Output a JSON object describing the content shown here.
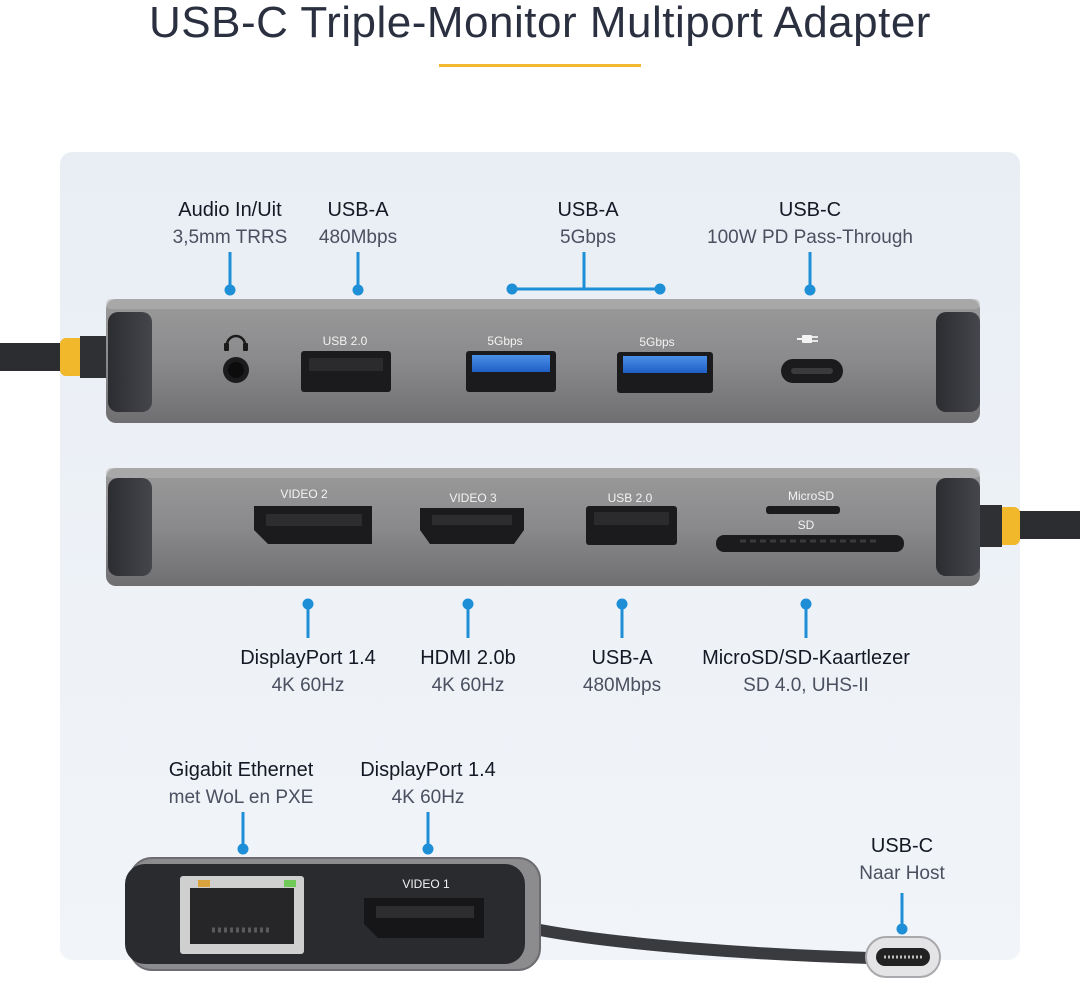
{
  "title": "USB-C Triple-Monitor Multiport Adapter",
  "colors": {
    "accent": "#f2b82f",
    "callout": "#1e8fd6",
    "usb3_blue": "#2a72d8"
  },
  "top_labels": [
    {
      "title": "Audio In/Uit",
      "sub": "3,5mm TRRS"
    },
    {
      "title": "USB-A",
      "sub": "480Mbps"
    },
    {
      "title": "USB-A",
      "sub": "5Gbps"
    },
    {
      "title": "USB-C",
      "sub": "100W PD Pass-Through"
    }
  ],
  "middle_labels": [
    {
      "title": "DisplayPort 1.4",
      "sub": "4K 60Hz"
    },
    {
      "title": "HDMI 2.0b",
      "sub": "4K 60Hz"
    },
    {
      "title": "USB-A",
      "sub": "480Mbps"
    },
    {
      "title": "MicroSD/SD-Kaartlezer",
      "sub": "SD 4.0, UHS-II"
    }
  ],
  "bottom_labels": [
    {
      "title": "Gigabit Ethernet",
      "sub": "met WoL en PXE"
    },
    {
      "title": "DisplayPort 1.4",
      "sub": "4K 60Hz"
    },
    {
      "title": "USB-C",
      "sub": "Naar Host"
    }
  ],
  "port_markings": {
    "usb20_top": "USB 2.0",
    "gbps_1": "5Gbps",
    "gbps_2": "5Gbps",
    "video2": "VIDEO 2",
    "video3": "VIDEO 3",
    "usb20_mid": "USB 2.0",
    "microsd": "MicroSD",
    "sd": "SD",
    "video1": "VIDEO 1"
  },
  "icons": [
    "headphone-icon",
    "usb-c-power-icon"
  ]
}
